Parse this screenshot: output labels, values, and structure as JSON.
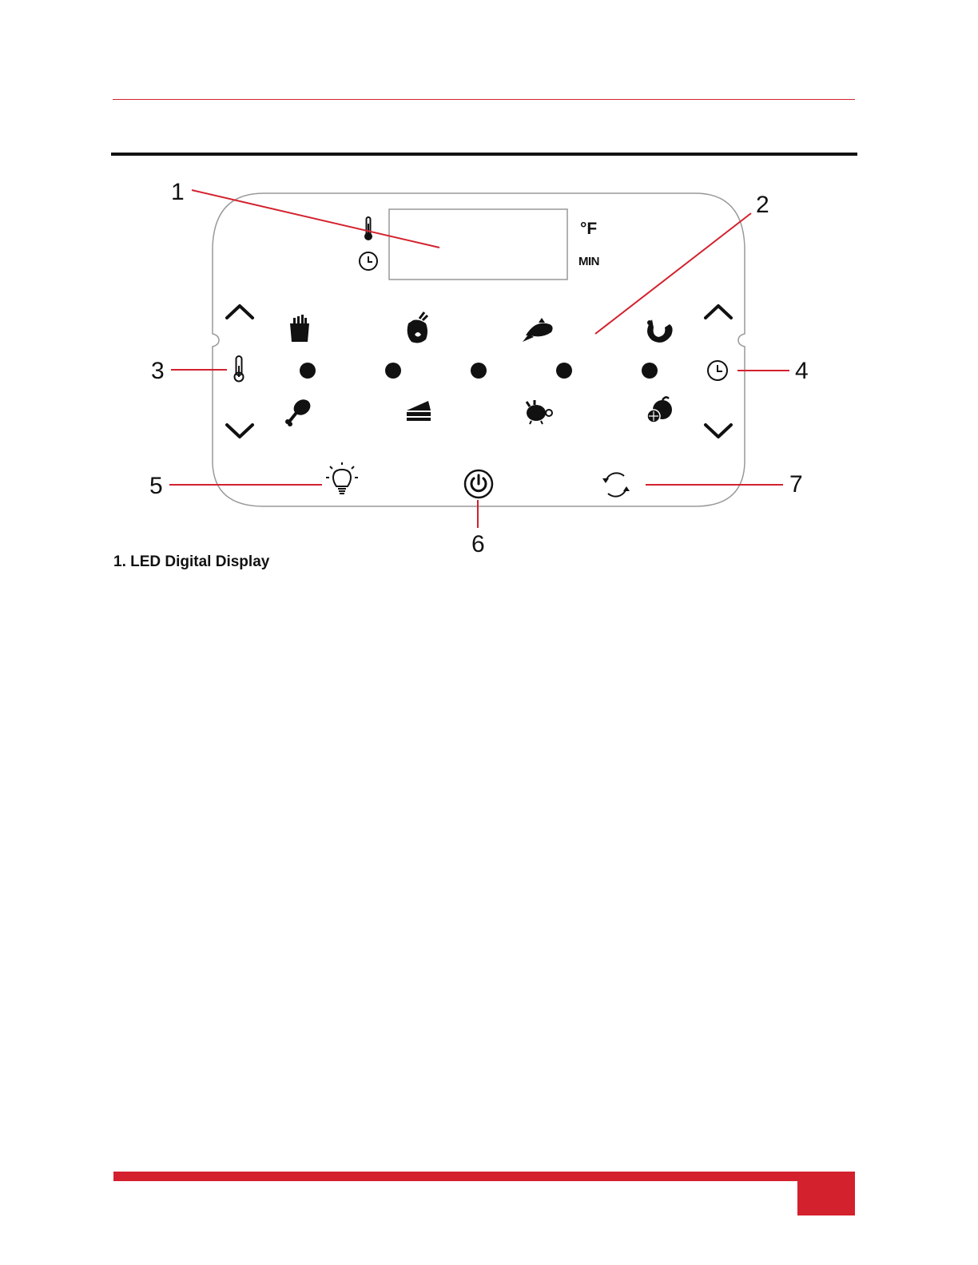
{
  "caption": "1. LED Digital Display",
  "callouts": [
    "1",
    "2",
    "3",
    "4",
    "5",
    "6",
    "7"
  ],
  "display_units": {
    "temperature": "°F",
    "time": "MIN"
  },
  "colors": {
    "accent": "#d3212d",
    "outline": "#999999",
    "ink": "#111111"
  },
  "icons": {
    "display": [
      "thermometer-icon",
      "clock-icon"
    ],
    "presets_top": [
      "fries-icon",
      "steak-icon",
      "fish-icon",
      "shrimp-icon"
    ],
    "presets_bottom": [
      "drumstick-icon",
      "cake-icon",
      "chicken-icon",
      "vegetables-icon"
    ],
    "controls": [
      "temp-up-chevron-icon",
      "temp-down-chevron-icon",
      "time-up-chevron-icon",
      "time-down-chevron-icon",
      "light-bulb-icon",
      "power-icon",
      "rotate-icon"
    ]
  }
}
